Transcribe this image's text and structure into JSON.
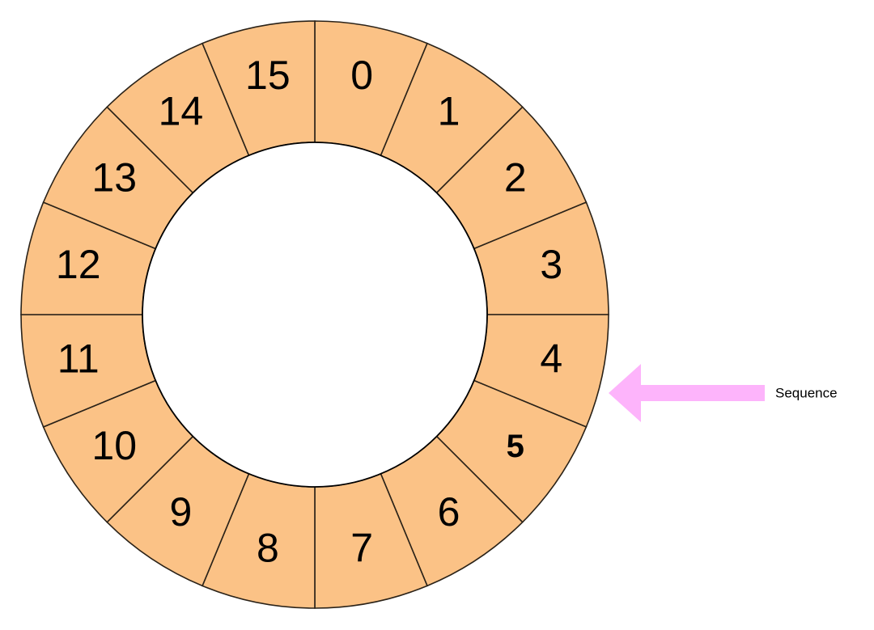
{
  "ring": {
    "slots": [
      "0",
      "1",
      "2",
      "3",
      "4",
      "5",
      "6",
      "7",
      "8",
      "9",
      "10",
      "11",
      "12",
      "13",
      "14",
      "15"
    ],
    "current_index": 5,
    "fill_color": "#fbc286",
    "stroke_color": "#2a2218"
  },
  "pointer": {
    "label": "Sequence",
    "arrow_color": "#fdb4fb",
    "direction": "left"
  }
}
